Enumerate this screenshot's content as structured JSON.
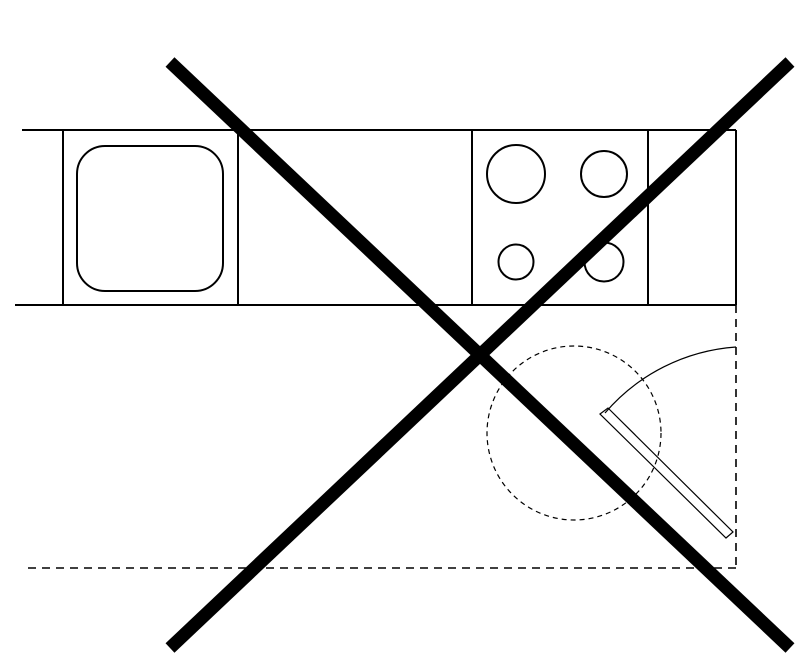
{
  "diagram": {
    "subject": "kitchen-layout-floor-plan",
    "status": "crossed-out",
    "fixtures": [
      "sink",
      "counter",
      "cooktop",
      "cabinet",
      "swing-door"
    ],
    "cooktop_burners": 4,
    "colors": {
      "stroke": "#000000",
      "background": "#ffffff"
    }
  }
}
